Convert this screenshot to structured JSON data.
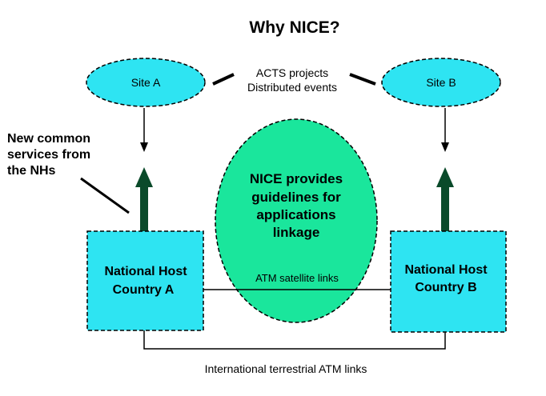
{
  "title": "Why NICE?",
  "sites": {
    "a": "Site A",
    "b": "Site B"
  },
  "center_note": {
    "line1": "ACTS projects",
    "line2": "Distributed events"
  },
  "new_services": {
    "line1": "New common",
    "line2": "services from",
    "line3": "the NHs"
  },
  "nice": {
    "line1": "NICE provides",
    "line2": "guidelines for",
    "line3": "applications",
    "line4": "linkage"
  },
  "hosts": {
    "a": {
      "line1": "National Host",
      "line2": "Country A"
    },
    "b": {
      "line1": "National Host",
      "line2": "Country B"
    }
  },
  "links": {
    "satellite": "ATM satellite links",
    "terrestrial": "International terrestrial ATM links"
  },
  "colors": {
    "site_fill": "#2ee4f2",
    "host_fill": "#2ee4f2",
    "nice_fill": "#1ae69c",
    "arrow_fill": "#0a4a2a",
    "line": "#000000"
  }
}
